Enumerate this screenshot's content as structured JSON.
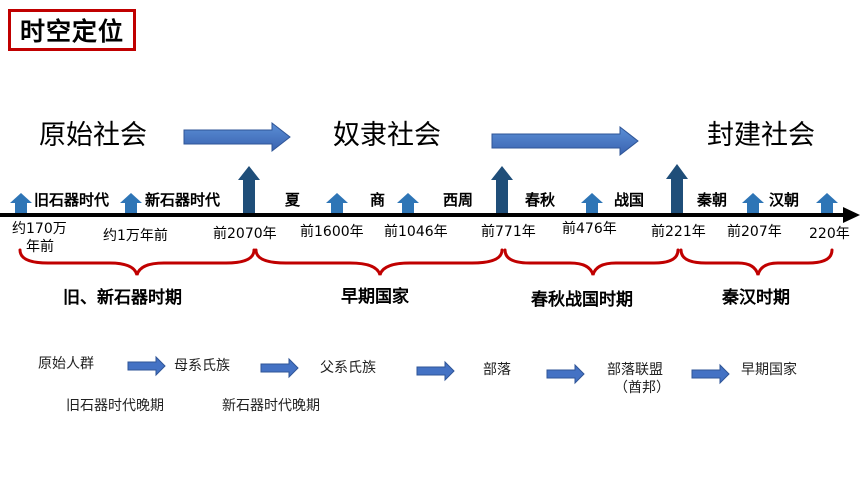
{
  "title": "时空定位",
  "societies": [
    "原始社会",
    "奴隶社会",
    "封建社会"
  ],
  "periods": [
    "旧石器时代",
    "新石器时代",
    "夏",
    "商",
    "西周",
    "春秋",
    "战国",
    "秦朝",
    "汉朝"
  ],
  "dates": {
    "d170": "约170万",
    "d170b": "年前",
    "d1": "约1万年前",
    "d2070": "前2070年",
    "d1600": "前1600年",
    "d1046": "前1046年",
    "d771": "前771年",
    "d476": "前476年",
    "d221": "前221年",
    "d207": "前207年",
    "d220": "220年"
  },
  "eras": [
    "旧、新石器时期",
    "早期国家",
    "春秋战国时期",
    "秦汉时期"
  ],
  "stages": {
    "s1": "原始人群",
    "s2": "母系氏族",
    "s3": "父系氏族",
    "s4": "部落",
    "s5": "部落联盟",
    "s5b": "（酋邦）",
    "s6": "早期国家"
  },
  "sub_labels": [
    "旧石器时代晚期",
    "新石器时代晚期"
  ],
  "colors": {
    "axis": "#000000",
    "arrow_big": "#4472c4",
    "arrow_tall": "#1f4e79",
    "arrow_small": "#2e75b6",
    "brace": "#c00000",
    "title_border": "#c00000"
  }
}
